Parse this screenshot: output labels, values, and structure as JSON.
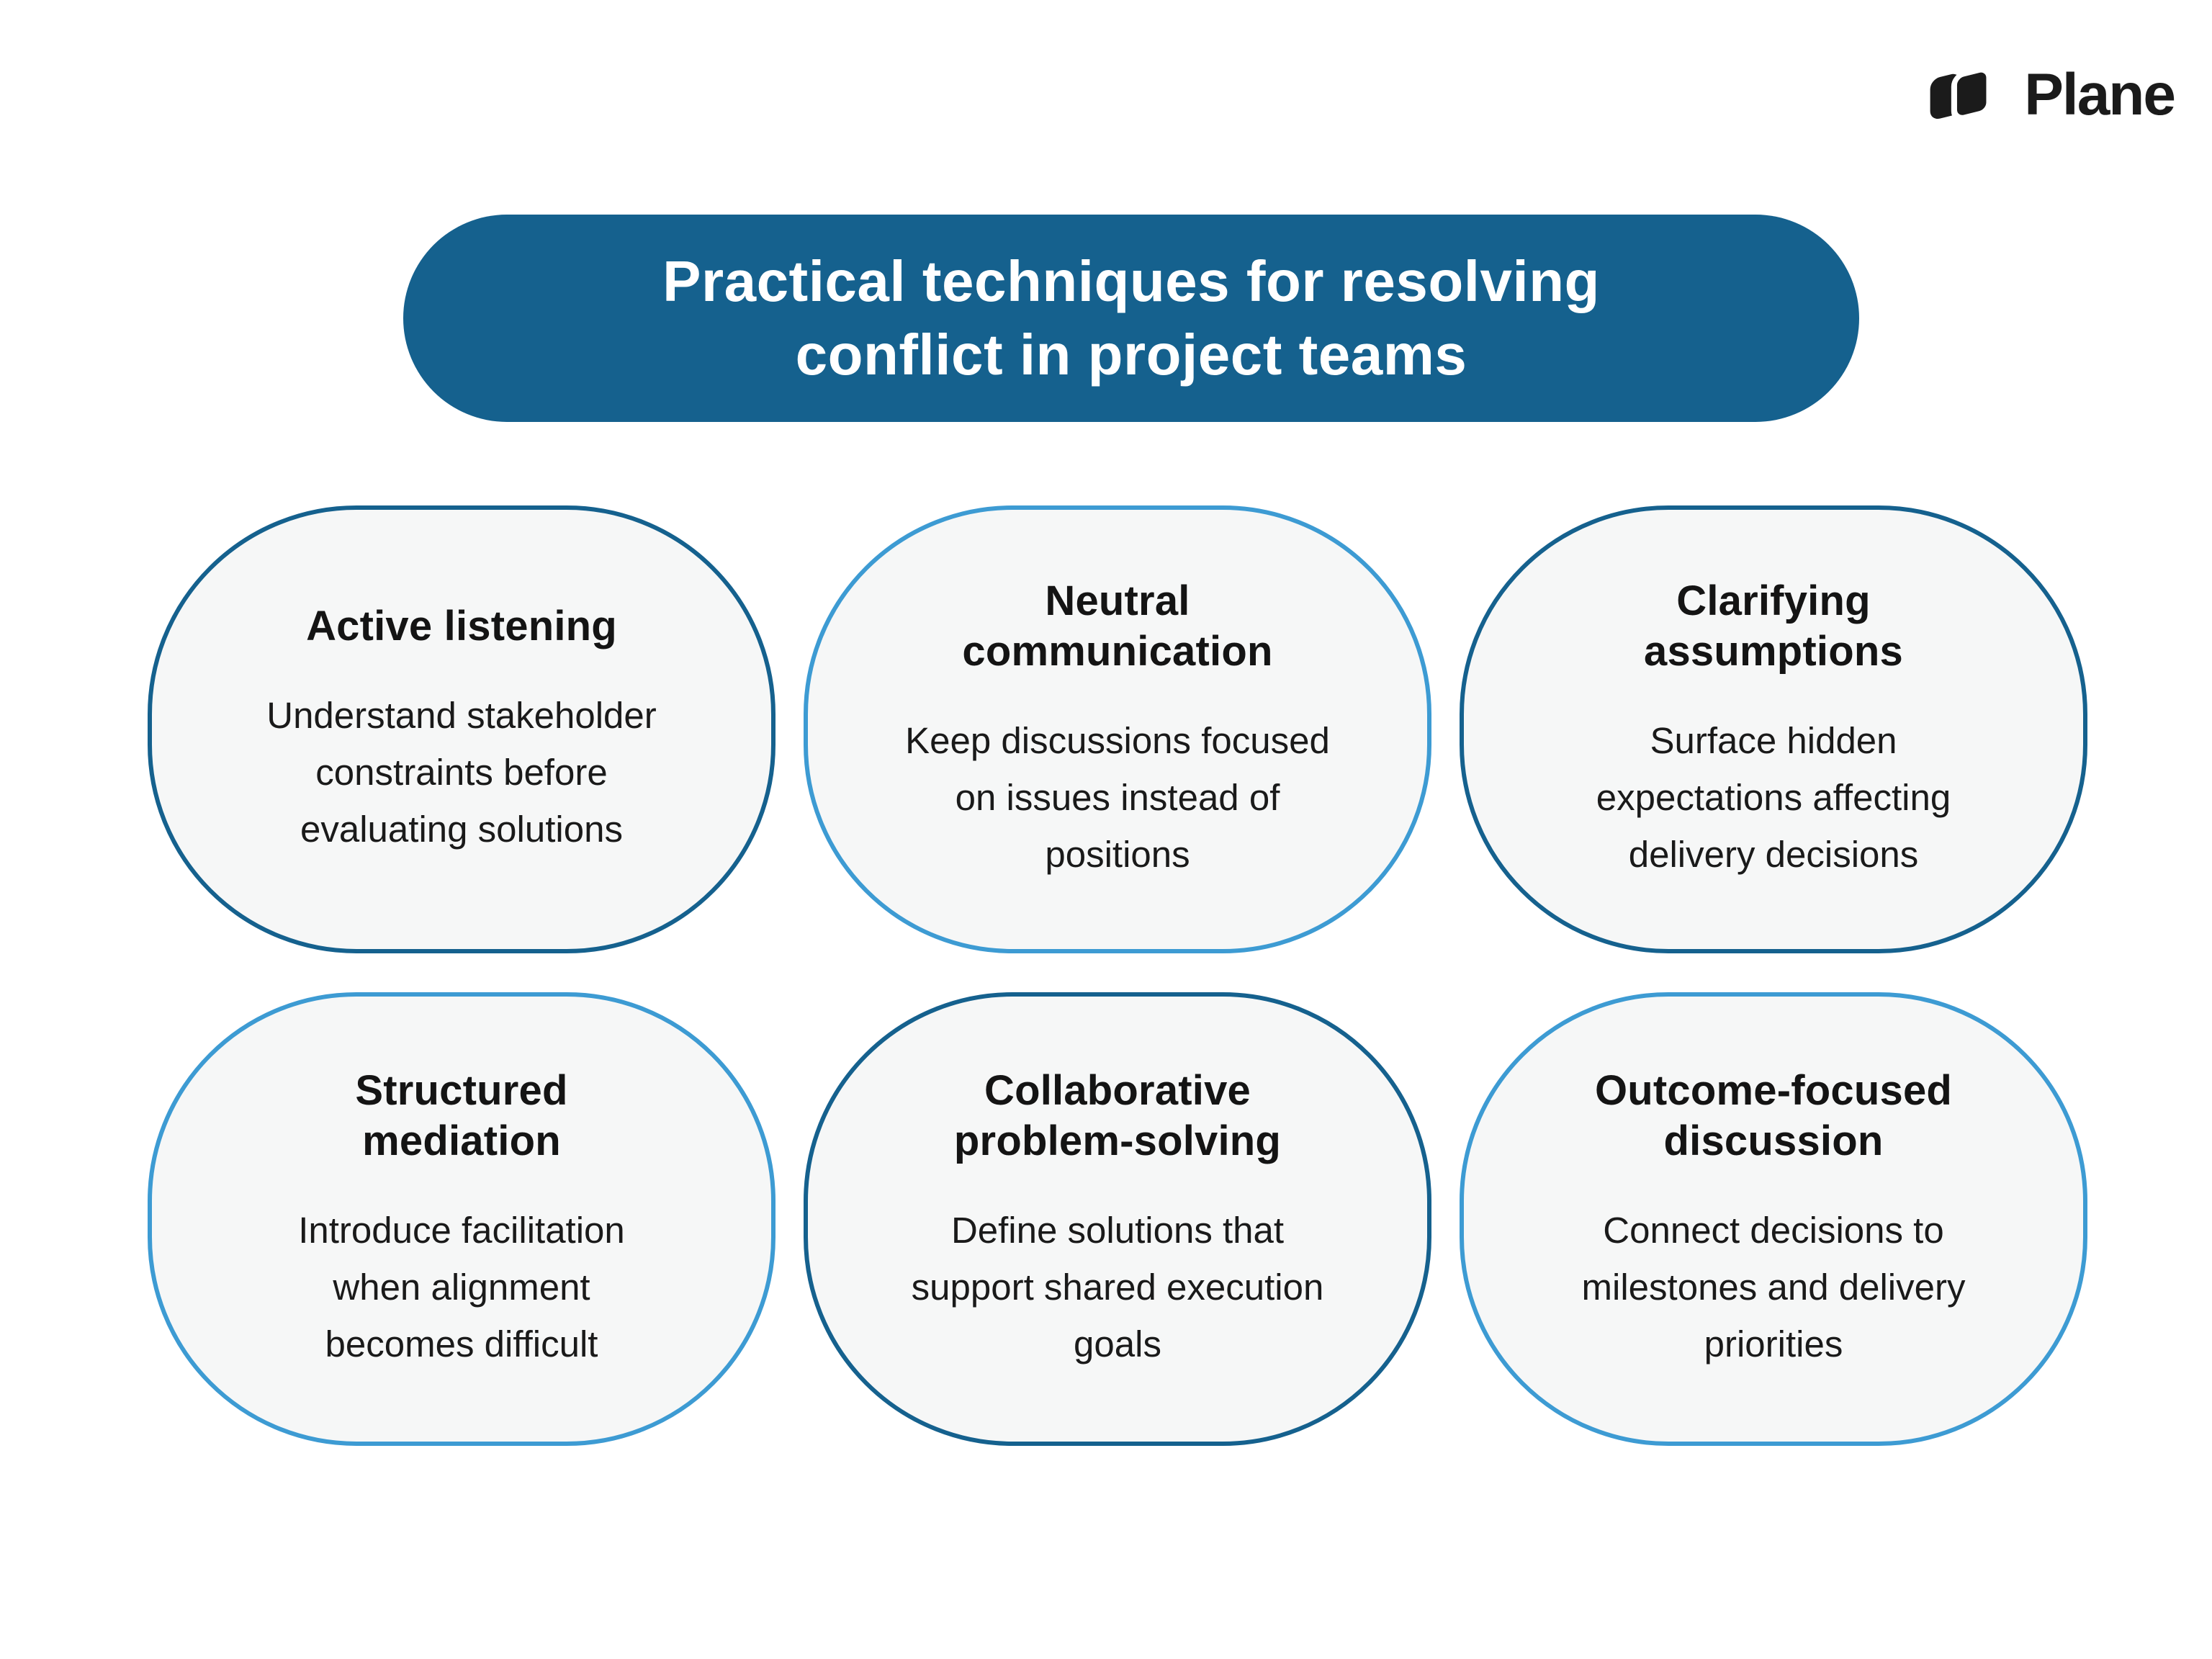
{
  "logo": {
    "text": "Plane"
  },
  "title": {
    "text": "Practical techniques for resolving\nconflict in project teams"
  },
  "colors": {
    "banner": "#15618E",
    "border_dark": "#15618E",
    "border_light": "#3D9BD3",
    "card_fill": "#F6F7F7",
    "logo_ink": "#1b1b1b"
  },
  "cards": [
    {
      "heading": "Active listening",
      "body": "Understand stakeholder\nconstraints before\nevaluating solutions",
      "border_color": "#15618E"
    },
    {
      "heading": "Neutral\ncommunication",
      "body": "Keep discussions focused\non issues instead of\npositions",
      "border_color": "#3D9BD3"
    },
    {
      "heading": "Clarifying\nassumptions",
      "body": "Surface hidden\nexpectations affecting\ndelivery decisions",
      "border_color": "#15618E"
    },
    {
      "heading": "Structured\nmediation",
      "body": "Introduce facilitation\nwhen alignment\nbecomes difficult",
      "border_color": "#3D9BD3"
    },
    {
      "heading": "Collaborative\nproblem-solving",
      "body": "Define solutions that\nsupport shared execution\ngoals",
      "border_color": "#15618E"
    },
    {
      "heading": "Outcome-focused\ndiscussion",
      "body": "Connect decisions to\nmilestones and delivery\npriorities",
      "border_color": "#3D9BD3"
    }
  ]
}
